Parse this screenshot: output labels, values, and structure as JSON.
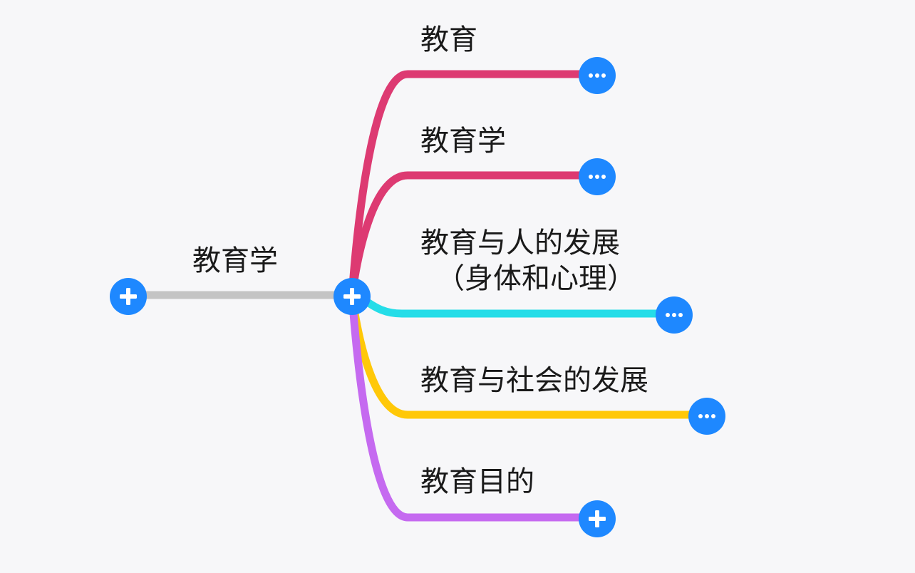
{
  "root": {
    "label": "教育学",
    "collapse_icon": "plus-icon",
    "hub_icon": "plus-icon",
    "connector_color": "#c4c4c4"
  },
  "branches": [
    {
      "id": "b1",
      "label": "教育",
      "label2": "",
      "color": "#dd3a72",
      "icon": "more-icon"
    },
    {
      "id": "b2",
      "label": "教育学",
      "label2": "",
      "color": "#dd3a72",
      "icon": "more-icon"
    },
    {
      "id": "b3",
      "label": "教育与人的发展",
      "label2": "（身体和心理）",
      "color": "#25dde8",
      "icon": "more-icon"
    },
    {
      "id": "b4",
      "label": "教育与社会的发展",
      "label2": "",
      "color": "#ffc808",
      "icon": "more-icon"
    },
    {
      "id": "b5",
      "label": "教育目的",
      "label2": "",
      "color": "#c56af0",
      "icon": "plus-icon"
    }
  ],
  "accent": "#1e88ff"
}
